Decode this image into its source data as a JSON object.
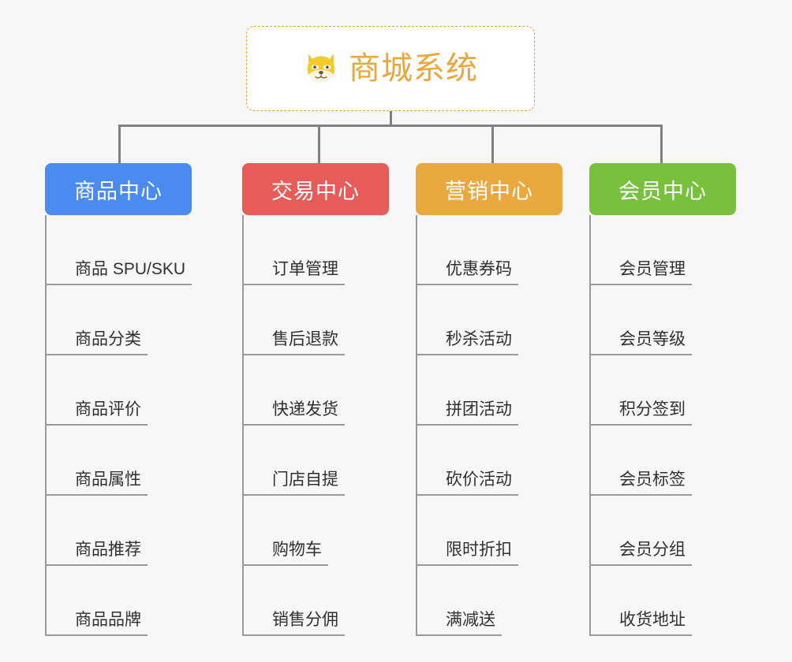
{
  "diagram": {
    "type": "org-chart",
    "background_color": "#f7f7f7",
    "root": {
      "title": "商城系统",
      "icon": "shiba-dog-icon",
      "text_color": "#eaa73c",
      "border_color": "#e8a33d",
      "fill_color": "#ffffff"
    },
    "connector_color": "#808080",
    "branches": [
      {
        "label": "商品中心",
        "color": "#4a8bf0",
        "items": [
          "商品 SPU/SKU",
          "商品分类",
          "商品评价",
          "商品属性",
          "商品推荐",
          "商品品牌"
        ]
      },
      {
        "label": "交易中心",
        "color": "#e75b58",
        "items": [
          "订单管理",
          "售后退款",
          "快递发货",
          "门店自提",
          "购物车",
          "销售分佣"
        ]
      },
      {
        "label": "营销中心",
        "color": "#eaa93e",
        "items": [
          "优惠券码",
          "秒杀活动",
          "拼团活动",
          "砍价活动",
          "限时折扣",
          "满减送"
        ]
      },
      {
        "label": "会员中心",
        "color": "#77c13c",
        "items": [
          "会员管理",
          "会员等级",
          "积分签到",
          "会员标签",
          "会员分组",
          "收货地址"
        ]
      }
    ]
  }
}
